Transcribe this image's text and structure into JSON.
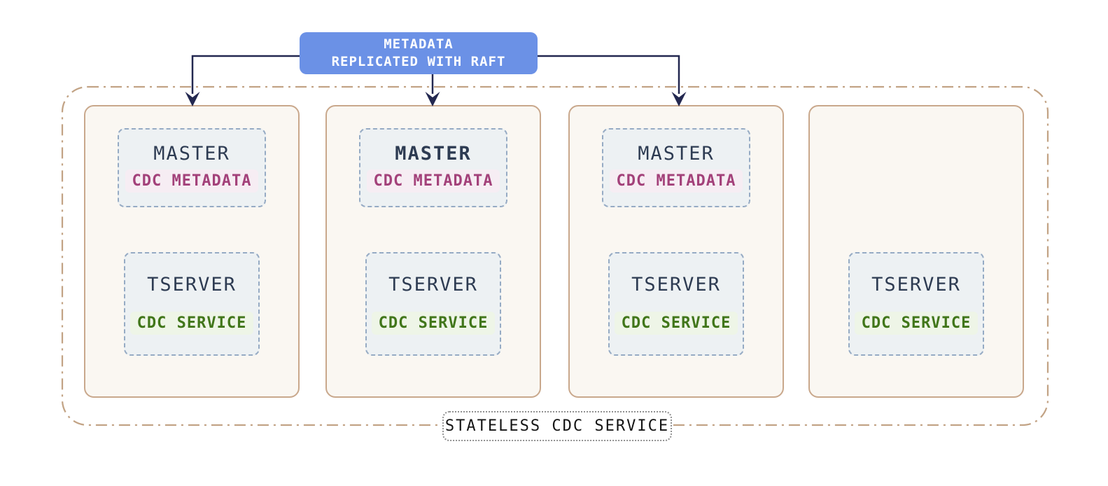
{
  "banner": {
    "line1": "METADATA",
    "line2": "REPLICATED WITH RAFT"
  },
  "group": {
    "label": "STATELESS CDC SERVICE"
  },
  "nodes": [
    {
      "master": {
        "label": "MASTER",
        "badge": "CDC METADATA",
        "emphasis": false
      },
      "tserver": {
        "label": "TSERVER",
        "badge": "CDC SERVICE"
      }
    },
    {
      "master": {
        "label": "MASTER",
        "badge": "CDC METADATA",
        "emphasis": true
      },
      "tserver": {
        "label": "TSERVER",
        "badge": "CDC SERVICE"
      }
    },
    {
      "master": {
        "label": "MASTER",
        "badge": "CDC METADATA",
        "emphasis": false
      },
      "tserver": {
        "label": "TSERVER",
        "badge": "CDC SERVICE"
      }
    },
    {
      "tserver": {
        "label": "TSERVER",
        "badge": "CDC SERVICE"
      }
    }
  ],
  "colors": {
    "banner_bg": "#6b91e6",
    "banner_text": "#ffffff",
    "arrow": "#232850",
    "outer_group_border": "#c2a385",
    "node_border": "#c9a88c",
    "node_bg": "#faf7f2",
    "component_border": "#96abc4",
    "component_bg": "#edf1f3",
    "component_text": "#2d3b52",
    "cdc_metadata_text": "#a3417a",
    "cdc_metadata_bg": "#f6edf3",
    "cdc_service_text": "#41761a",
    "cdc_service_bg": "#eef5e7",
    "stateless_label_text": "#141414"
  }
}
